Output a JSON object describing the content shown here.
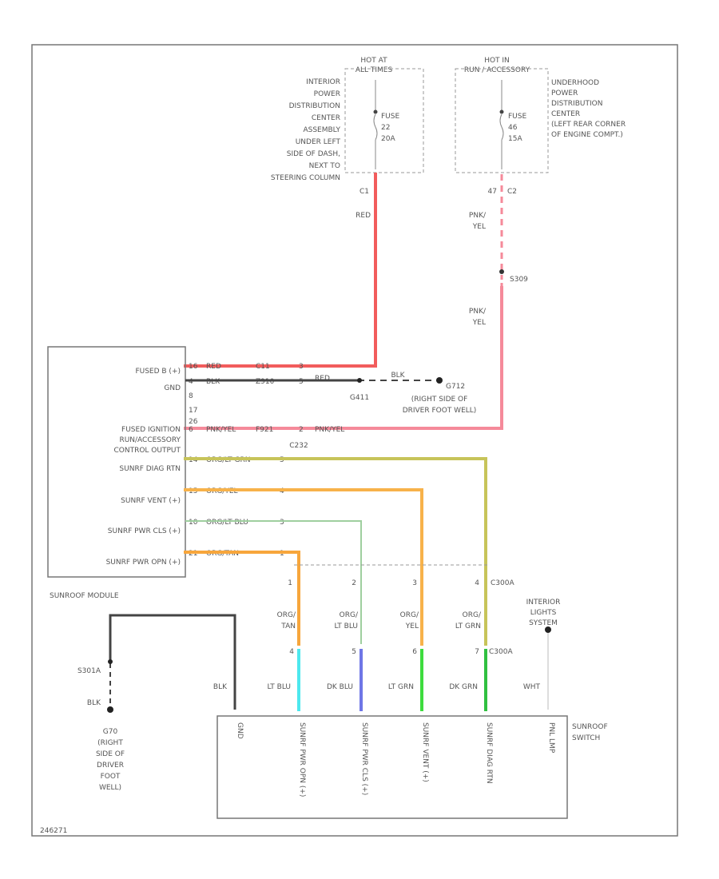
{
  "hot_runstart": {
    "line1": "HOT AT",
    "line2": "ALL TIMES"
  },
  "hot_run": {
    "line1": "HOT IN",
    "line2": "RUN / ACCESSORY"
  },
  "ipdc_lines": [
    "INTERIOR",
    "POWER",
    "DISTRIBUTION",
    "CENTER",
    "ASSEMBLY",
    "UNDER LEFT",
    "SIDE OF DASH,",
    "NEXT TO",
    "STEERING COLUMN"
  ],
  "updc_lines": [
    "UNDERHOOD",
    "POWER",
    "DISTRIBUTION",
    "CENTER",
    "(LEFT REAR CORNER",
    "OF ENGINE COMPT.)"
  ],
  "fuse_left": {
    "label": "FUSE",
    "num": "22",
    "amps": "20A",
    "cavity": "C1"
  },
  "fuse_right": {
    "label": "FUSE",
    "num": "46",
    "amps": "15A",
    "cavity": "47",
    "cavity2": "C2"
  },
  "right_feed": {
    "wire1_a": "PNK/",
    "wire1_b": "YEL",
    "splice": "S309",
    "wire2_a": "PNK/",
    "wire2_b": "YEL"
  },
  "left_feed": {
    "wire": "RED"
  },
  "module": {
    "title": "SUNROOF MODULE",
    "pins": [
      {
        "label": "FUSED B (+)",
        "pin": "16",
        "wire": "RED",
        "conn": "C11",
        "num": "3"
      },
      {
        "label": "GND",
        "pin": "4",
        "wire": "BLK",
        "conn": "Z910",
        "num": "5"
      },
      {
        "label": "",
        "pin": "8"
      },
      {
        "label": "",
        "pin": "17"
      },
      {
        "label": "",
        "pin": "26"
      },
      {
        "label": "FUSED IGNITION RUN/ACCESSORY CONTROL OUTPUT",
        "pin": "6",
        "wire": "PNK/YEL",
        "conn": "F921",
        "num": "2"
      },
      {
        "label": "SUNRF DIAG RTN",
        "pin": "14",
        "wire": "ORG/LT GRN",
        "num": "5"
      },
      {
        "label": "SUNRF VENT (+)",
        "pin": "15",
        "wire": "ORG/YEL",
        "num": "4"
      },
      {
        "label": "SUNRF PWR CLS (+)",
        "pin": "10",
        "wire": "ORG/LT BLU",
        "num": "3"
      },
      {
        "label": "SUNRF PWR OPN (+)",
        "pin": "21",
        "wire": "ORG/TAN",
        "num": "1"
      }
    ]
  },
  "ground_right": {
    "splice": "G411",
    "wire": "BLK",
    "ground": "G712",
    "desc1": "(RIGHT SIDE OF",
    "desc2": "DRIVER FOOT WELL)"
  },
  "connector_c232": "C232",
  "conn_c300a": {
    "label": "C300A",
    "pins": [
      "1",
      "2",
      "3",
      "4"
    ]
  },
  "switch_wires": [
    {
      "a": "ORG/",
      "b": "TAN",
      "pin": "4"
    },
    {
      "a": "ORG/",
      "b": "LT BLU",
      "pin": "5"
    },
    {
      "a": "ORG/",
      "b": "YEL",
      "pin": "6"
    },
    {
      "a": "ORG/",
      "b": "LT GRN",
      "pin": "7",
      "conn": "C300A"
    }
  ],
  "interior_lights": {
    "line1": "INTERIOR",
    "line2": "LIGHTS",
    "line3": "SYSTEM"
  },
  "switch_side_wires": [
    "BLK",
    "LT BLU",
    "DK BLU",
    "LT GRN",
    "DK GRN",
    "WHT"
  ],
  "left_ground": {
    "splice": "S301A",
    "wire": "BLK",
    "ground": "G70",
    "desc": [
      "(RIGHT",
      "SIDE OF",
      "DRIVER",
      "FOOT",
      "WELL)"
    ]
  },
  "switch": {
    "title_a": "SUNROOF",
    "title_b": "SWITCH",
    "pins": [
      "GND",
      "SUNRF PWR OPN (+)",
      "SUNRF PWR CLS (+)",
      "SUNRF VENT (+)",
      "SUNRF DIAG RTN",
      "PNL LMP"
    ]
  },
  "figure_id": "246271",
  "colors": {
    "red": "#f25c5c",
    "pink": "#f58a9a",
    "olive": "#c7c45a",
    "orange": "#f7a63c",
    "lightgreen": "#9fcf9f",
    "cyan": "#4de8ee",
    "blue": "#6f76e6",
    "green": "#3edc3e",
    "darkgreen": "#30c040"
  }
}
